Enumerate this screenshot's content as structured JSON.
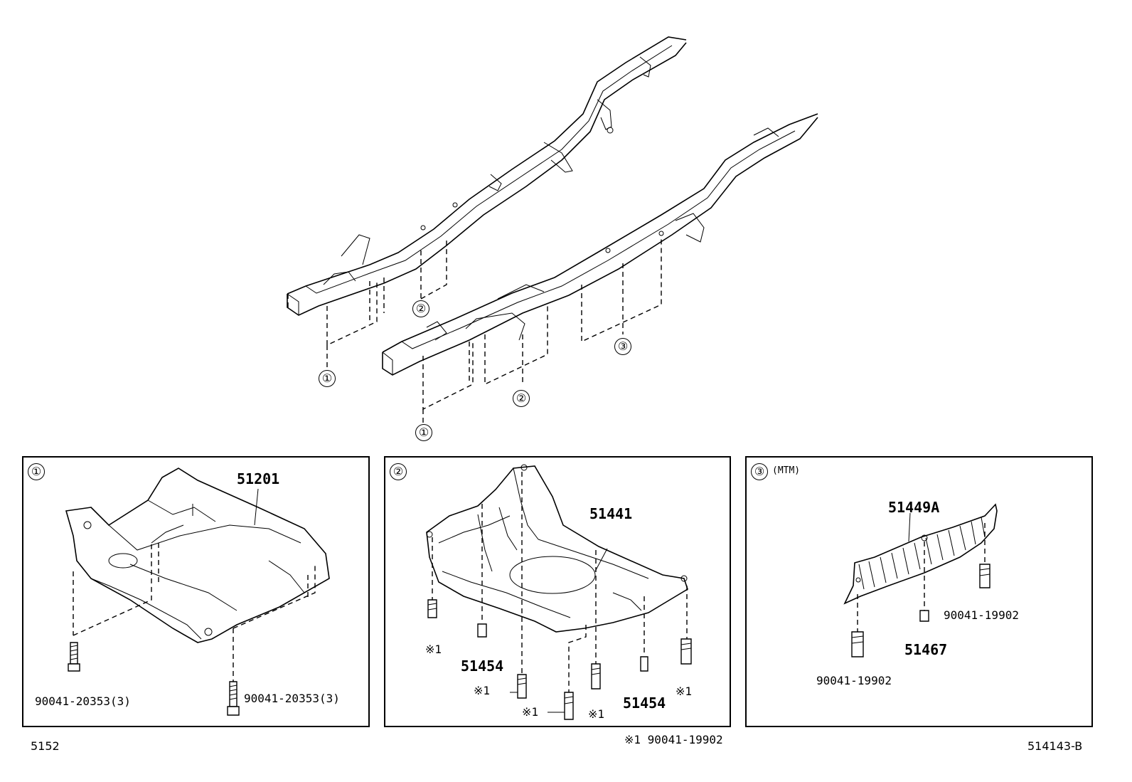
{
  "frame": {
    "callouts": [
      "①",
      "①",
      "②",
      "②",
      "③"
    ]
  },
  "panel1": {
    "index": "①",
    "parts": {
      "crossmember": "51201",
      "bolt_left": "90041-20353(3)",
      "bolt_right": "90041-20353(3)"
    }
  },
  "panel2": {
    "index": "②",
    "parts": {
      "cover": "51441",
      "clip_left": "51454",
      "clip_right": "51454",
      "ref_marks": [
        "※1",
        "※1",
        "※1",
        "※1",
        "※1"
      ]
    }
  },
  "panel3": {
    "index": "③",
    "note": "(MTM)",
    "parts": {
      "shield": "51449A",
      "clip": "51467",
      "bolt_right": "90041-19902",
      "bolt_left": "90041-19902"
    }
  },
  "footer": {
    "left_code": "5152",
    "legend": "※1  90041-19902",
    "right_code": "514143-B"
  }
}
